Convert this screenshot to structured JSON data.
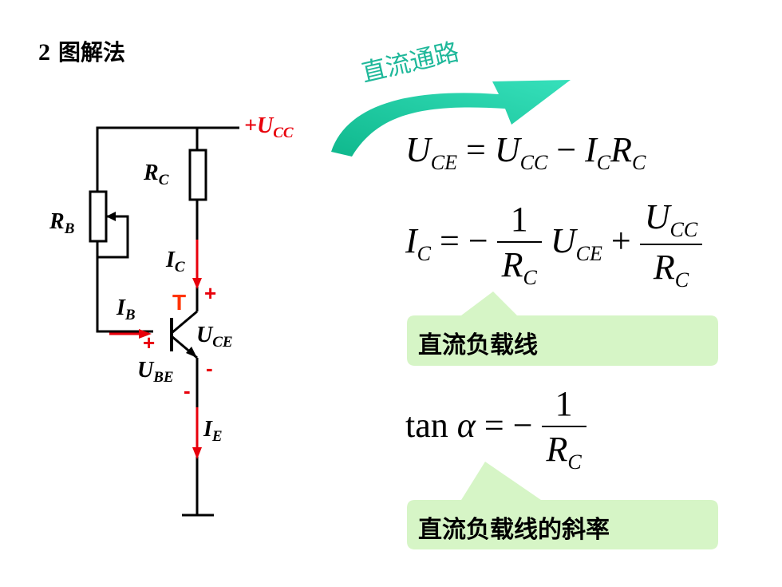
{
  "title": {
    "number": "2",
    "text": "图解法"
  },
  "arrow_label": "直流通路",
  "circuit": {
    "supply": {
      "sign": "+",
      "symbol": "U",
      "sub": "CC"
    },
    "rc": {
      "symbol": "R",
      "sub": "C"
    },
    "rb": {
      "symbol": "R",
      "sub": "B"
    },
    "ic": {
      "symbol": "I",
      "sub": "C"
    },
    "ib": {
      "symbol": "I",
      "sub": "B"
    },
    "ie": {
      "symbol": "I",
      "sub": "E"
    },
    "transistor": "T",
    "uce": {
      "symbol": "U",
      "sub": "CE",
      "plus": "+",
      "minus": "-"
    },
    "ube": {
      "symbol": "U",
      "sub": "BE",
      "plus": "+",
      "minus": "-"
    }
  },
  "equations": {
    "eq1": {
      "lhs": "U",
      "lhs_sub": "CE",
      "eq": "=",
      "t1": "U",
      "t1_sub": "CC",
      "minus": "−",
      "t2a": "I",
      "t2a_sub": "C",
      "t2b": "R",
      "t2b_sub": "C"
    },
    "eq2": {
      "lhs": "I",
      "lhs_sub": "C",
      "eq": "=",
      "neg": "−",
      "num1": "1",
      "den1": "R",
      "den1_sub": "C",
      "mid": "U",
      "mid_sub": "CE",
      "plus": "+",
      "num2": "U",
      "num2_sub": "CC",
      "den2": "R",
      "den2_sub": "C"
    },
    "eq3": {
      "fn": "tan",
      "var": "α",
      "eq": "=",
      "neg": "−",
      "num": "1",
      "den": "R",
      "den_sub": "C"
    }
  },
  "callouts": [
    {
      "text": "直流负载线"
    },
    {
      "text": "直流负载线的斜率"
    }
  ],
  "colors": {
    "arrow_teal": "#14c9a0",
    "arrow_label": "#1fb89a",
    "callout_bg": "#d6f5c6",
    "signal_red": "#e8000b",
    "transistor_label": "#ff3300"
  }
}
